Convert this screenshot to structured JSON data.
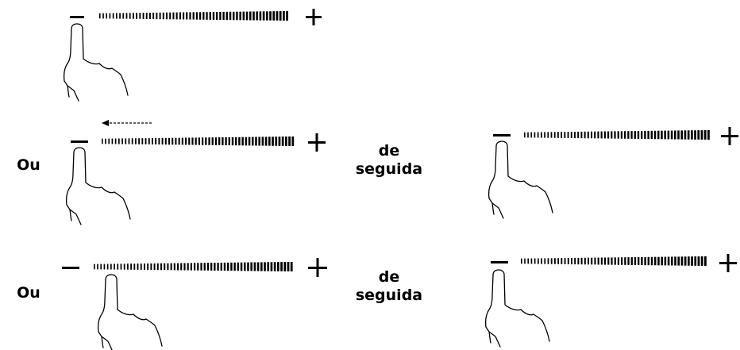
{
  "labels": {
    "or_1": "Ou",
    "or_2": "Ou",
    "then_1_line1": "de",
    "then_1_line2": "seguida",
    "then_2_line1": "de",
    "then_2_line2": "seguida"
  },
  "icons": {
    "minus": "minus-sign",
    "plus": "plus-sign",
    "finger": "pointing-hand",
    "arrow": "swipe-left-arrow"
  },
  "colors": {
    "ink": "#000000",
    "background": "#ffffff"
  }
}
